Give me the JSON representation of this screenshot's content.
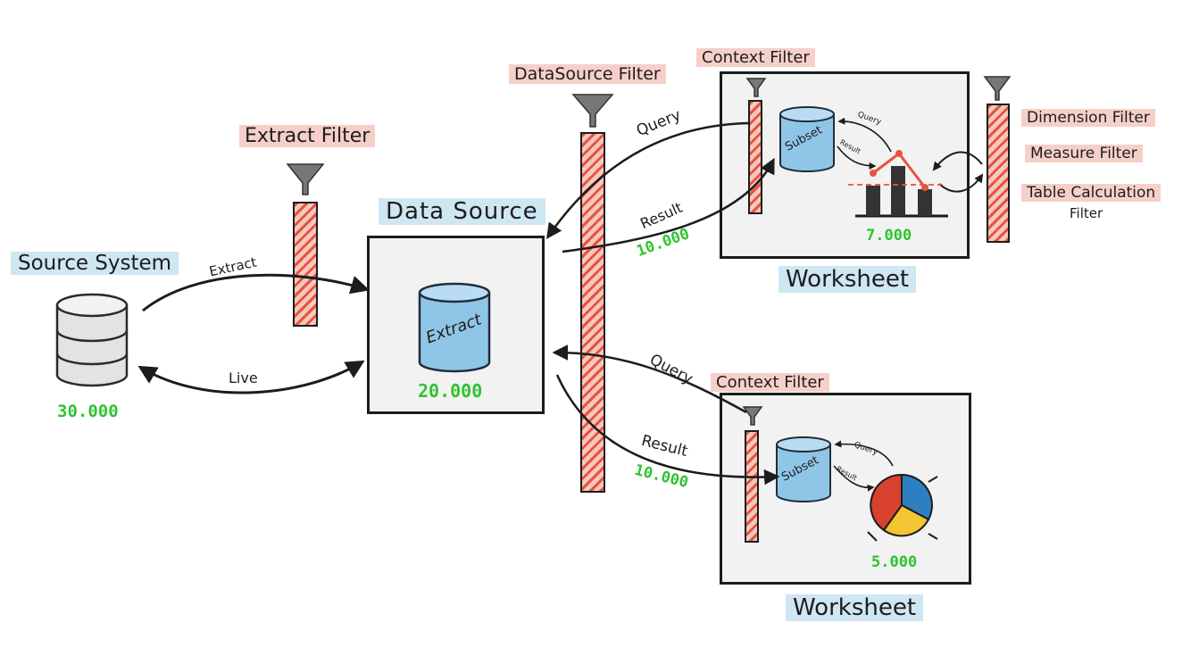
{
  "labels": {
    "source_system": "Source System",
    "extract_filter": "Extract Filter",
    "data_source": "Data Source",
    "data_source_filter": "DataSource Filter",
    "context_filter_top": "Context Filter",
    "context_filter_bottom": "Context Filter",
    "worksheet_top": "Worksheet",
    "worksheet_bottom": "Worksheet",
    "dimension_filter": "Dimension Filter",
    "measure_filter": "Measure Filter",
    "table_calc_filter_line1": "Table Calculation",
    "table_calc_filter_line2": "Filter"
  },
  "arrows": {
    "extract": "Extract",
    "live": "Live",
    "query_top": "Query",
    "result_top": "Result",
    "query_bottom": "Query",
    "result_bottom": "Result",
    "mini_query_top": "Query",
    "mini_result_top": "Result",
    "mini_query_bottom": "Query",
    "mini_result_bottom": "Result"
  },
  "cylinders": {
    "extract": "Extract",
    "subset_top": "Subset",
    "subset_bottom": "Subset"
  },
  "counts": {
    "source_system": "30.000",
    "data_source": "20.000",
    "result_top": "10.000",
    "result_bottom": "10.000",
    "worksheet_top": "7.000",
    "worksheet_bottom": "5.000"
  },
  "colors": {
    "filter_bar": "#e8533e",
    "highlight_blue": "#cfe6f3",
    "highlight_red": "#f6d0c8",
    "count_green": "#2ec42e",
    "pie_blue": "#2e7fc1",
    "pie_yellow": "#f3c530",
    "pie_red": "#d9412f"
  }
}
